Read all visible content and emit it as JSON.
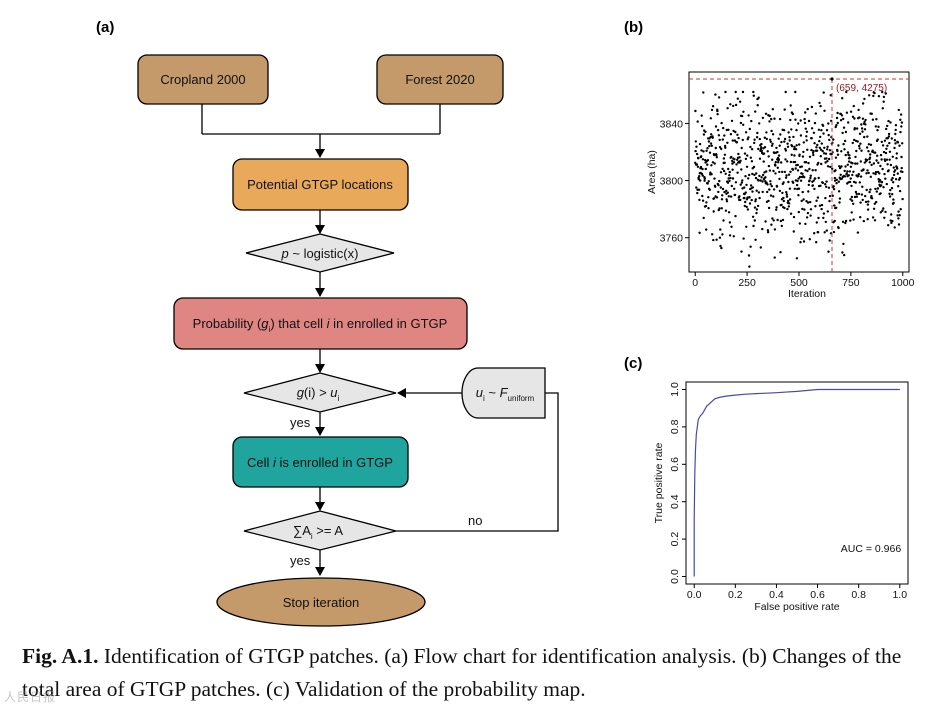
{
  "panels": {
    "a": "(a)",
    "b": "(b)",
    "c": "(c)"
  },
  "flowchart": {
    "cropland": "Cropland 2000",
    "forest": "Forest 2020",
    "potential": "Potential GTGP locations",
    "logistic": {
      "p": "p",
      "rest": " ~ logistic(x)"
    },
    "probability": {
      "pre": "Probability (",
      "g": "g",
      "sub": "i",
      "mid": ") that cell ",
      "i": "i",
      "post": " in enrolled in GTGP"
    },
    "compare": {
      "g": "g",
      "mid": "(i) > ",
      "u": "u",
      "sub": "i"
    },
    "uniform": {
      "u": "u",
      "sub1": "i",
      "mid": " ~ ",
      "F": "F",
      "sub2": "uniform"
    },
    "enrolled": {
      "pre": "Cell ",
      "i": "i",
      "post": " is enrolled in GTGP"
    },
    "sum": {
      "pre": "∑A",
      "sub": "i",
      "post": " >= A"
    },
    "stop": "Stop iteration",
    "yes1": "yes",
    "yes2": "yes",
    "no": "no",
    "colors": {
      "brown": "#c59a6a",
      "orange": "#e8a95b",
      "red": "#df8682",
      "teal": "#1fa59e",
      "gray": "#e6e6e6"
    }
  },
  "chart_data": [
    {
      "type": "scatter",
      "xlabel": "Iteration",
      "ylabel": "Area (ha)",
      "xticks": [
        0,
        250,
        500,
        750,
        1000
      ],
      "yticks": [
        3760,
        3800,
        3840
      ],
      "xlim": [
        -30,
        1030
      ],
      "ylim": [
        3736,
        3876
      ],
      "n_points": 1000,
      "y_mean": 3808,
      "y_range": [
        3738,
        4275
      ],
      "highlight": {
        "x": 659,
        "y": 4275,
        "label": "(659, 4275)"
      },
      "point_color": "#000000",
      "reference_line_color": "#c8343b"
    },
    {
      "type": "line",
      "xlabel": "False positive rate",
      "ylabel": "True positive rate",
      "xticks": [
        "0.0",
        "0.2",
        "0.4",
        "0.6",
        "0.8",
        "1.0"
      ],
      "yticks": [
        "0.0",
        "0.2",
        "0.4",
        "0.6",
        "0.8",
        "1.0"
      ],
      "xlim": [
        -0.04,
        1.04
      ],
      "ylim": [
        -0.04,
        1.04
      ],
      "annotation": "AUC = 0.966",
      "line_color": "#4a4aa8",
      "x": [
        0.0,
        0.0,
        0.003,
        0.006,
        0.01,
        0.015,
        0.02,
        0.03,
        0.04,
        0.05,
        0.06,
        0.08,
        0.1,
        0.13,
        0.16,
        0.2,
        0.25,
        0.3,
        0.35,
        0.4,
        0.5,
        0.6,
        0.7,
        0.8,
        0.9,
        1.0
      ],
      "y": [
        0.0,
        0.3,
        0.55,
        0.68,
        0.76,
        0.8,
        0.84,
        0.86,
        0.87,
        0.89,
        0.91,
        0.93,
        0.95,
        0.96,
        0.965,
        0.97,
        0.975,
        0.978,
        0.98,
        0.983,
        0.99,
        1.0,
        1.0,
        1.0,
        1.0,
        1.0
      ]
    }
  ],
  "caption": {
    "bold": "Fig. A.1.",
    "text": " Identification of GTGP patches. (a) Flow chart for identification analysis. (b) Changes of the total area of GTGP patches. (c) Validation of the probability map."
  },
  "watermark": "人民日报"
}
